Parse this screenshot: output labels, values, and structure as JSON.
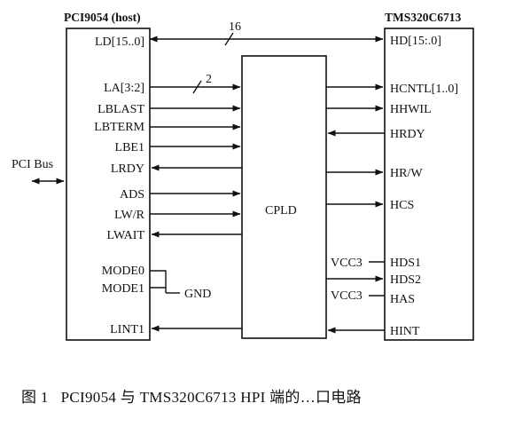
{
  "host": {
    "title": "PCI9054 (host)",
    "pins": [
      "LD[15..0]",
      "LA[3:2]",
      "LBLAST",
      "LBTERM",
      "LBE1",
      "LRDY",
      "ADS",
      "LW/R",
      "LWAIT",
      "MODE0",
      "MODE1",
      "LINT1"
    ]
  },
  "dsp": {
    "title": "TMS320C6713",
    "pins": [
      "HD[15:.0]",
      "HCNTL[1..0]",
      "HHWIL",
      "HRDY",
      "HR/W",
      "HCS",
      "HDS1",
      "HDS2",
      "HAS",
      "HINT"
    ]
  },
  "cpld": {
    "label": "CPLD"
  },
  "bus_widths": {
    "data": "16",
    "address": "2"
  },
  "pci_bus": "PCI Bus",
  "gnd": "GND",
  "vcc_labels": [
    "VCC3",
    "VCC3"
  ],
  "caption": {
    "figure": "图 1",
    "text": "PCI9054 与 TMS320C6713 HPI 端的…口电路"
  }
}
